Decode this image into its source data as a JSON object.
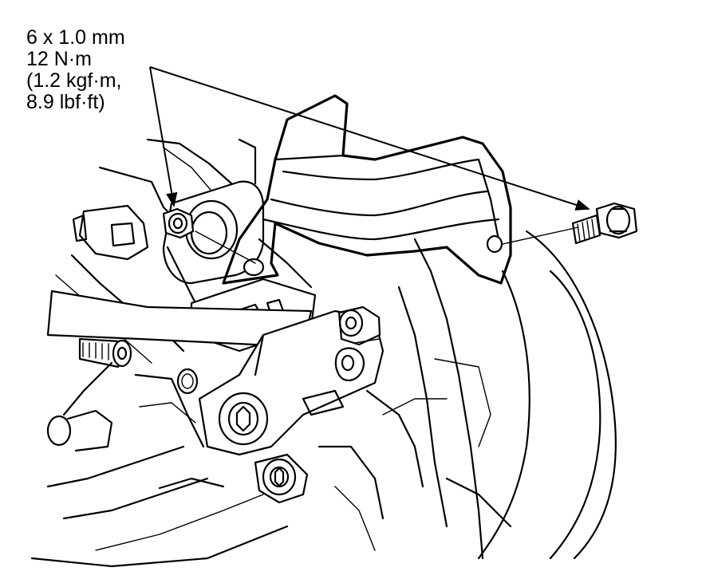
{
  "callout": {
    "size": "6 x 1.0 mm",
    "torque_nm": "12 N·m",
    "torque_kgf": "(1.2 kgf·m,",
    "torque_lbf": "8.9 lbf·ft)"
  },
  "colors": {
    "line": "#000000",
    "background": "#ffffff"
  }
}
